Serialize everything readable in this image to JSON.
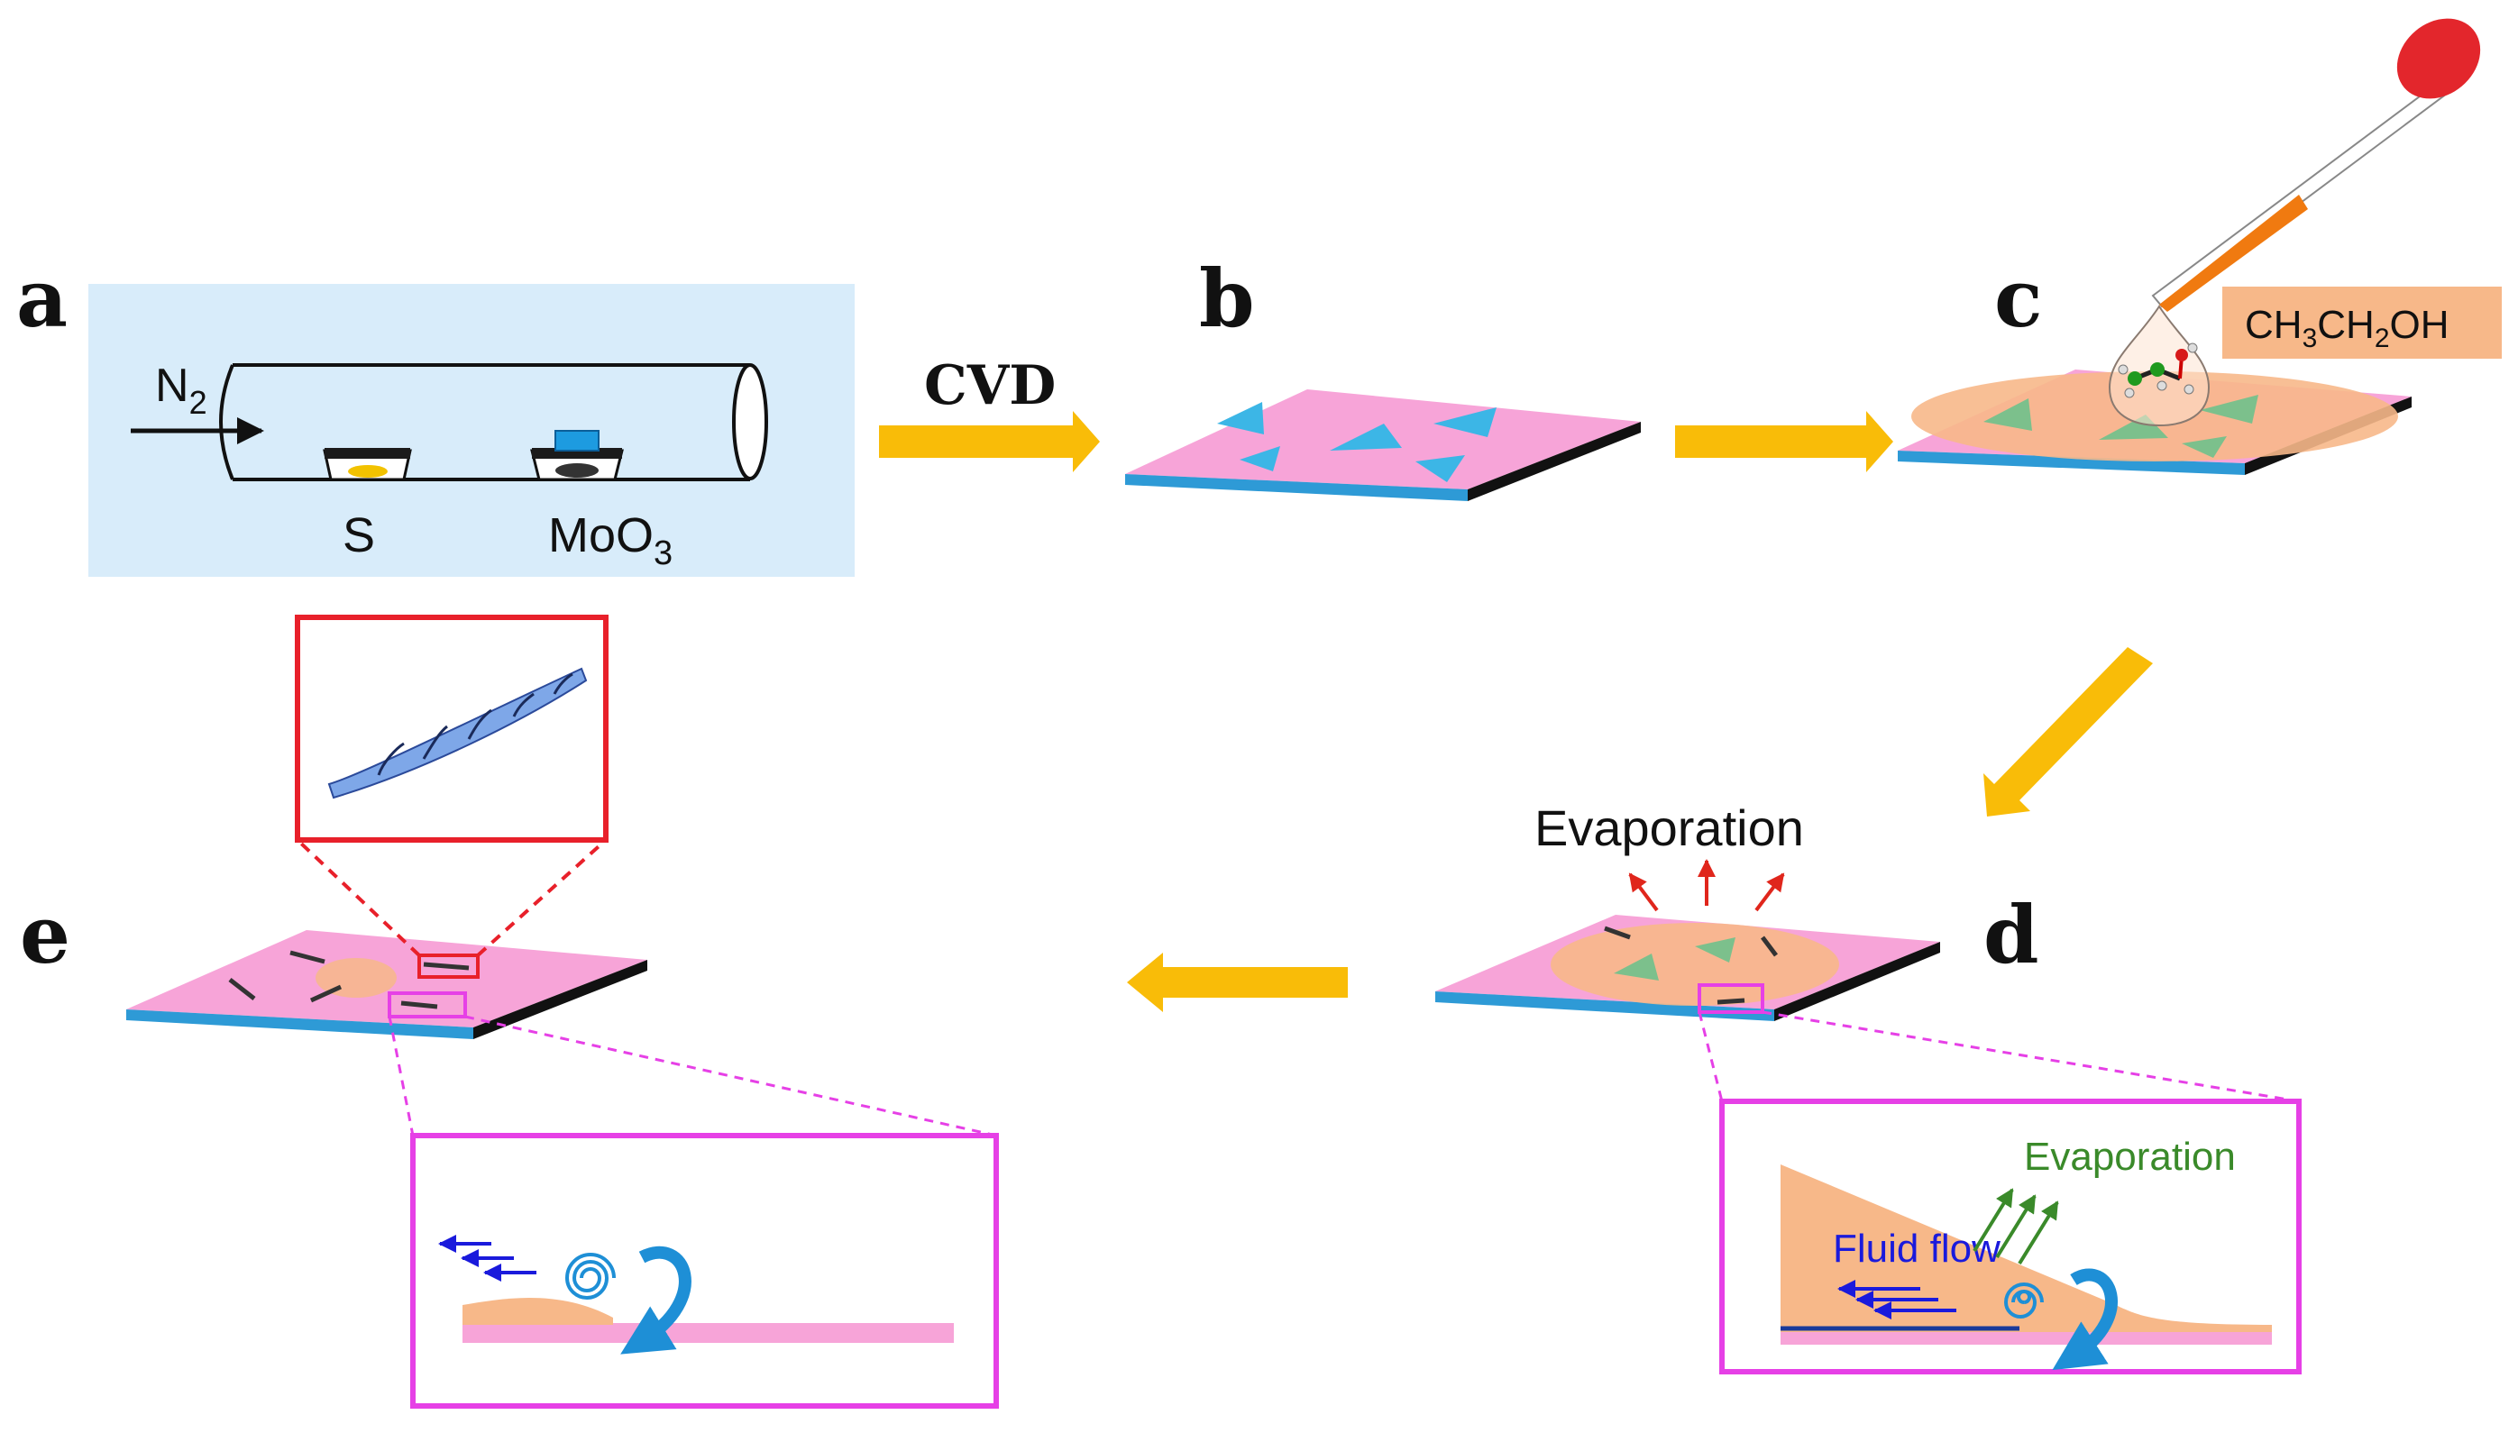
{
  "panels": {
    "a": "a",
    "b": "b",
    "c": "c",
    "d": "d",
    "e": "e"
  },
  "labels": {
    "cvd": "CVD",
    "n2_base": "N",
    "n2_sub": "2",
    "sulfur": "S",
    "moo3_base": "MoO",
    "moo3_sub": "3",
    "ethanol_p1": "CH",
    "ethanol_s1": "3",
    "ethanol_p2": "CH",
    "ethanol_s2": "2",
    "ethanol_p3": "OH",
    "evaporation_top": "Evaporation",
    "evaporation_inset": "Evaporation",
    "fluid_flow": "Fluid flow"
  },
  "colors": {
    "gold_arrow": "#f9bc08",
    "substrate_pink": "#f7a4d8",
    "substrate_edge_blue": "#2e9ad6",
    "triangle_blue": "#3cb6e6",
    "triangle_green": "#7cc08c",
    "ethanol_orange": "#f7b889",
    "panel_a_bg": "#d8ecfa",
    "zoom_red": "#e8202a",
    "zoom_magenta": "#e640e6",
    "flow_blue": "#1a1adc",
    "evap_green": "#3a8a2a",
    "evap_red": "#e0261c",
    "scroll_blue": "#1e8fd6"
  }
}
